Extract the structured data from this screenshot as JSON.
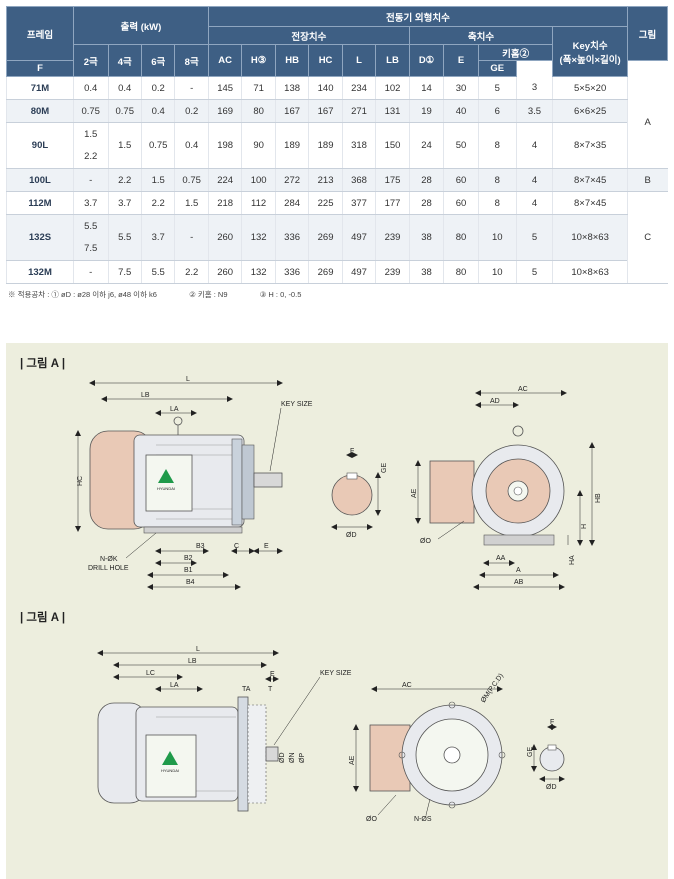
{
  "table": {
    "col_frame": "프레임",
    "col_output": "출력 (kW)",
    "col_dims": "전동기 외형치수",
    "col_fig": "그림",
    "poles": [
      "2극",
      "4극",
      "6극",
      "8극"
    ],
    "sub_body": "전장치수",
    "sub_shaft": "축치수",
    "sub_keyway": "키홈②",
    "col_key": "Key치수",
    "col_key_sub": "(폭×높이×길이)",
    "body_cols": [
      "AC",
      "H③",
      "HB",
      "HC",
      "L",
      "LB"
    ],
    "shaft_cols": [
      "D①",
      "E"
    ],
    "keyway_cols": [
      "F",
      "GE"
    ],
    "rows": [
      {
        "frame": "71M",
        "p2": [
          "0.4"
        ],
        "p4": "0.4",
        "p6": "0.2",
        "p8": "-",
        "AC": "145",
        "H": "71",
        "HB": "138",
        "HC": "140",
        "L": "234",
        "LB": "102",
        "D": "14",
        "E": "30",
        "F": "5",
        "GE": "3",
        "key": "5×5×20"
      },
      {
        "frame": "80M",
        "p2": [
          "0.75"
        ],
        "p4": "0.75",
        "p6": "0.4",
        "p8": "0.2",
        "AC": "169",
        "H": "80",
        "HB": "167",
        "HC": "167",
        "L": "271",
        "LB": "131",
        "D": "19",
        "E": "40",
        "F": "6",
        "GE": "3.5",
        "key": "6×6×25"
      },
      {
        "frame": "90L",
        "p2": [
          "1.5",
          "2.2"
        ],
        "p4": "1.5",
        "p6": "0.75",
        "p8": "0.4",
        "AC": "198",
        "H": "90",
        "HB": "189",
        "HC": "189",
        "L": "318",
        "LB": "150",
        "D": "24",
        "E": "50",
        "F": "8",
        "GE": "4",
        "key": "8×7×35"
      },
      {
        "frame": "100L",
        "p2": [
          "-"
        ],
        "p4": "2.2",
        "p6": "1.5",
        "p8": "0.75",
        "AC": "224",
        "H": "100",
        "HB": "272",
        "HC": "213",
        "L": "368",
        "LB": "175",
        "D": "28",
        "E": "60",
        "F": "8",
        "GE": "4",
        "key": "8×7×45"
      },
      {
        "frame": "112M",
        "p2": [
          "3.7"
        ],
        "p4": "3.7",
        "p6": "2.2",
        "p8": "1.5",
        "AC": "218",
        "H": "112",
        "HB": "284",
        "HC": "225",
        "L": "377",
        "LB": "177",
        "D": "28",
        "E": "60",
        "F": "8",
        "GE": "4",
        "key": "8×7×45"
      },
      {
        "frame": "132S",
        "p2": [
          "5.5",
          "7.5"
        ],
        "p4": "5.5",
        "p6": "3.7",
        "p8": "-",
        "AC": "260",
        "H": "132",
        "HB": "336",
        "HC": "269",
        "L": "497",
        "LB": "239",
        "D": "38",
        "E": "80",
        "F": "10",
        "GE": "5",
        "key": "10×8×63"
      },
      {
        "frame": "132M",
        "p2": [
          "-"
        ],
        "p4": "7.5",
        "p6": "5.5",
        "p8": "2.2",
        "AC": "260",
        "H": "132",
        "HB": "336",
        "HC": "269",
        "L": "497",
        "LB": "239",
        "D": "38",
        "E": "80",
        "F": "10",
        "GE": "5",
        "key": "10×8×63"
      }
    ],
    "figs": [
      "A",
      "B",
      "C"
    ]
  },
  "notes": {
    "n1": "※ 적용공차 : ① øD : ø28 이하 j6, ø48 이하 k6",
    "n2": "② 키홈 : N9",
    "n3": "③ H : 0, -0.5"
  },
  "figure1": {
    "title": "| 그림 A |",
    "labels": {
      "L": "L",
      "LB": "LB",
      "LA": "LA",
      "KEY": "KEY SIZE",
      "HC": "HC",
      "H": "H",
      "B3": "B3",
      "B2": "B2",
      "B1": "B1",
      "B4": "B4",
      "C": "C",
      "E": "E",
      "NZK": "N-ØK",
      "DRILL": "DRILL HOLE",
      "F": "F",
      "GE": "GE",
      "D": "ØD",
      "AC": "AC",
      "AD": "AD",
      "AE": "AE",
      "HB": "HB",
      "O": "ØO",
      "AA": "AA",
      "A": "A",
      "AB": "AB",
      "HA": "HA"
    }
  },
  "figure2": {
    "title": "| 그림 A |",
    "labels": {
      "L": "L",
      "LB": "LB",
      "LC": "LC",
      "LA": "LA",
      "TA": "TA",
      "T": "T",
      "E": "E",
      "KEY": "KEY SIZE",
      "D": "ØD",
      "N": "ØN",
      "P": "ØP",
      "AC": "AC",
      "MPCD": "ØM(P.C.D)",
      "AE": "AE",
      "O": "ØO",
      "NS": "N-ØS",
      "F": "F",
      "GE": "GE",
      "D2": "ØD"
    }
  },
  "brand": "HYUNDAI",
  "colors": {
    "header": "#3e5f84",
    "panel": "#edeede",
    "motor_end": "#e9c9b6",
    "motor_body": "#e8eaee",
    "terminal_box": "#f4f7f0",
    "logo_green": "#1f9a4a"
  }
}
